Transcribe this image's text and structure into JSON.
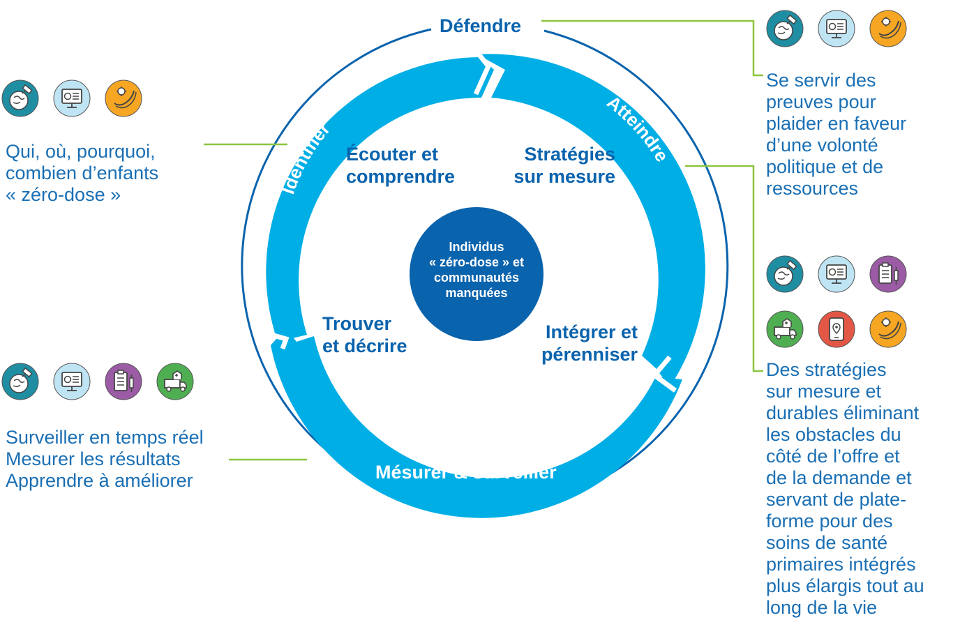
{
  "diagram": {
    "top_label": "Défendre",
    "ring_labels": {
      "identify": "Identifier",
      "reach": "Atteindre",
      "measure": "Mésurer & surveiller"
    },
    "inner_labels": {
      "listen": [
        "Écouter et",
        "comprendre"
      ],
      "strategies": [
        "Stratégies",
        "sur mesure"
      ],
      "find": [
        "Trouver",
        "et décrire"
      ],
      "integrate": [
        "Intégrer et",
        "pérenniser"
      ]
    },
    "center": [
      "Individus",
      "« zéro-dose » et",
      "communautés",
      "manquées"
    ]
  },
  "annotations": {
    "identify": [
      "Qui, où, pourquoi,",
      "combien d’enfants",
      "« zéro-dose »"
    ],
    "measure": [
      "Surveiller en temps réel",
      "Mesurer les résultats",
      "Apprendre à améliorer"
    ],
    "defend": [
      "Se servir des",
      "preuves pour",
      "plaider en faveur",
      "d’une volonté",
      "politique et de",
      "ressources"
    ],
    "reach": [
      "Des stratégies",
      "sur mesure et",
      "durables éliminant",
      "les obstacles du",
      "côté de l’offre et",
      "de la demande et",
      "servant de plate-",
      "forme pour des",
      "soins de santé",
      "primaires intégrés",
      "plus élargis tout au",
      "long de la vie"
    ]
  },
  "icons": {
    "identify": [
      "geospatial-icon",
      "data-dashboard-icon",
      "virus-icon"
    ],
    "defend": [
      "geospatial-icon",
      "data-dashboard-icon",
      "virus-icon"
    ],
    "measure": [
      "geospatial-icon",
      "data-dashboard-icon",
      "clipboard-vaccine-icon",
      "mobile-outreach-truck-icon"
    ],
    "reach": [
      "geospatial-icon",
      "data-dashboard-icon",
      "clipboard-vaccine-icon",
      "mobile-outreach-truck-icon",
      "mobile-location-icon",
      "virus-icon"
    ]
  },
  "colors": {
    "ring": "#00aee6",
    "center": "#0a63ad",
    "text_blue": "#1a6fb4",
    "heading_blue": "#0a63ad",
    "leader_green": "#8cc63f",
    "globe": "#1f8ea3",
    "screen": "#bfe4f3",
    "virus": "#f6a623",
    "clipboard": "#9b5ba5",
    "truck": "#4fae52",
    "mobile": "#e25745"
  }
}
